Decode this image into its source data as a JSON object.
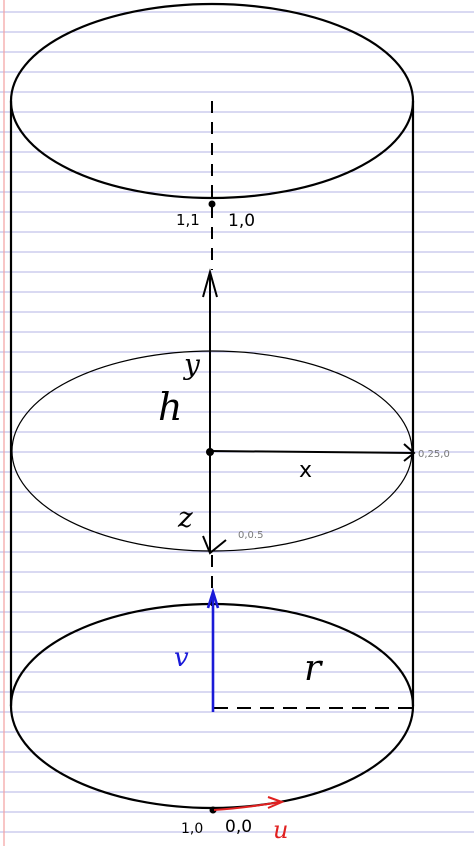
{
  "colors": {
    "paper": "#ffffff",
    "ruled_line": "#b3b3e6",
    "margin_line": "#f2a0a0",
    "ink": "#000000",
    "v_ink": "#1a1ad8",
    "u_ink": "#e02020",
    "faint_ink": "#7a7a7a"
  },
  "labels": {
    "top_left_pt": "1,1",
    "top_right_pt": "1,0",
    "y": "y",
    "h": "h",
    "x": "x",
    "z": "z",
    "mid_right_pt": "0,25,0",
    "mid_lower_pt": "0,0.5",
    "v": "v",
    "r": "r",
    "bottom_left_pt": "1,0",
    "bottom_right_pt": "0,0",
    "u": "u"
  }
}
